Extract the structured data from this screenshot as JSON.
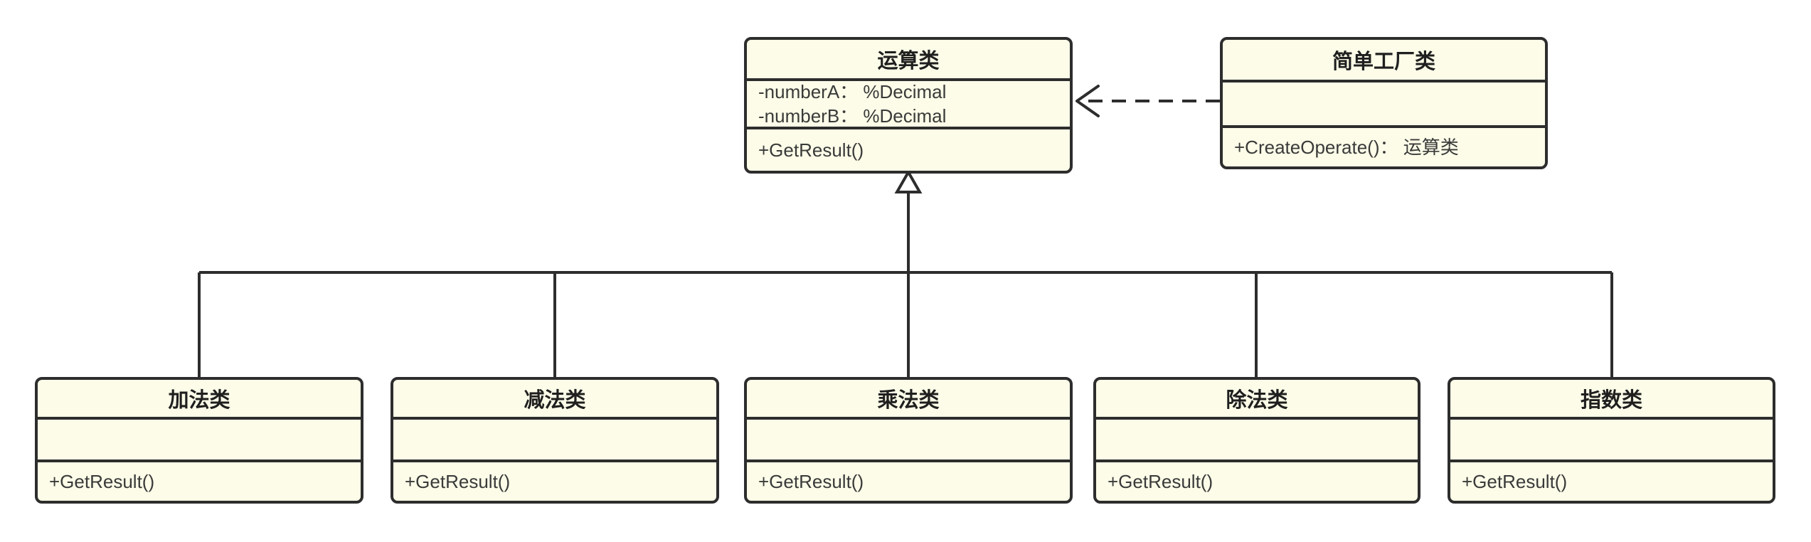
{
  "colors": {
    "node_fill": "#FCFCE8",
    "node_stroke": "#2D2D2D",
    "member_text": "#3A3A3A",
    "title_text": "#1F1F1F",
    "canvas_bg": "#FFFFFF"
  },
  "classes": [
    {
      "id": "operation",
      "title": "运算类",
      "attributes": [
        "-numberA： %Decimal",
        "-numberB： %Decimal"
      ],
      "methods": [
        "+GetResult()"
      ]
    },
    {
      "id": "simple-factory",
      "title": "简单工厂类",
      "attributes": [],
      "methods": [
        "+CreateOperate()： 运算类"
      ]
    },
    {
      "id": "addition",
      "title": "加法类",
      "attributes": [],
      "methods": [
        "+GetResult()"
      ]
    },
    {
      "id": "subtraction",
      "title": "减法类",
      "attributes": [],
      "methods": [
        "+GetResult()"
      ]
    },
    {
      "id": "multiplication",
      "title": "乘法类",
      "attributes": [],
      "methods": [
        "+GetResult()"
      ]
    },
    {
      "id": "division",
      "title": "除法类",
      "attributes": [],
      "methods": [
        "+GetResult()"
      ]
    },
    {
      "id": "exponent",
      "title": "指数类",
      "attributes": [],
      "methods": [
        "+GetResult()"
      ]
    }
  ],
  "relations": [
    {
      "type": "dependency",
      "style": "dashed-open-arrow",
      "from": "简单工厂类",
      "to": "运算类"
    },
    {
      "type": "inheritance",
      "style": "solid-hollow-triangle",
      "from": "加法类, 减法类, 乘法类, 除法类, 指数类",
      "to": "运算类"
    }
  ]
}
